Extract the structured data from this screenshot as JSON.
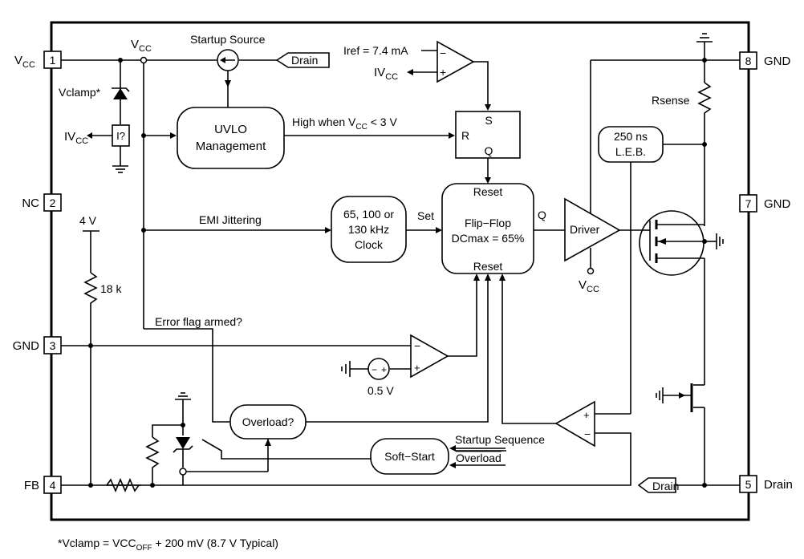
{
  "pins": {
    "p1": {
      "num": "1",
      "name": "V",
      "sub": "CC"
    },
    "p2": {
      "num": "2",
      "name": "NC"
    },
    "p3": {
      "num": "3",
      "name": "GND"
    },
    "p4": {
      "num": "4",
      "name": "FB"
    },
    "p5": {
      "num": "5",
      "name": "Drain"
    },
    "p7": {
      "num": "7",
      "name": "GND"
    },
    "p8": {
      "num": "8",
      "name": "GND"
    }
  },
  "labels": {
    "vcc_top": {
      "main": "V",
      "sub": "CC"
    },
    "startup_source": "Startup Source",
    "drain_tag_top": "Drain",
    "drain_tag_bottom": "Drain",
    "iref": "Iref = 7.4 mA",
    "ivcc_top": {
      "main": "IV",
      "sub": "CC"
    },
    "ivcc_left": {
      "main": "IV",
      "sub": "CC"
    },
    "vclamp": "Vclamp*",
    "iq_box": "I?",
    "uvlo_line1": "UVLO",
    "uvlo_line2": "Management",
    "high_when": {
      "pre": "High when V",
      "sub": "CC",
      "post": " < 3 V"
    },
    "sr_s": "S",
    "sr_r": "R",
    "sr_q": "Q",
    "emi": "EMI Jittering",
    "clock1": "65, 100 or",
    "clock2": "130 kHz",
    "clock3": "Clock",
    "set": "Set",
    "ff_reset_top": "Reset",
    "ff_line1": "Flip−Flop",
    "ff_line2": "DCmax = 65%",
    "ff_reset_bottom": "Reset",
    "q_out": "Q",
    "driver": "Driver",
    "vcc_driver": {
      "main": "V",
      "sub": "CC"
    },
    "rsense": "Rsense",
    "leb1": "250 ns",
    "leb2": "L.E.B.",
    "four_v": "4 V",
    "r18k": "18 k",
    "error_flag": "Error flag armed?",
    "vref_05": "0.5 V",
    "overload_q": "Overload?",
    "softstart": "Soft−Start",
    "startup_seq": "Startup Sequence",
    "overload_in": "Overload",
    "comp_minus": "−",
    "comp_plus": "+",
    "footnote": {
      "pre": "*Vclamp = VCC",
      "sub": "OFF",
      "post": " + 200 mV (8.7 V Typical)"
    }
  }
}
